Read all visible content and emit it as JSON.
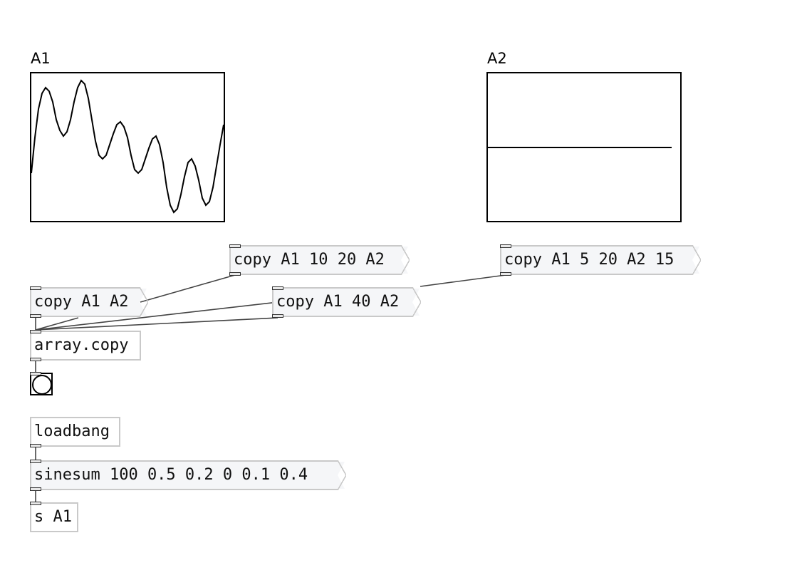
{
  "arrays": {
    "a1": {
      "label": "A1",
      "description": "sinesum waveform",
      "color": "#000000"
    },
    "a2": {
      "label": "A2",
      "color": "#000000"
    }
  },
  "objects": {
    "msg_copy_a1_10_20_a2": "copy A1 10 20 A2",
    "msg_copy_a1_5_20_a2_15": "copy A1 5 20 A2 15",
    "msg_copy_a1_a2": "copy A1 A2",
    "msg_copy_a1_40_a2": "copy A1 40 A2",
    "obj_array_copy": "array.copy",
    "obj_loadbang": "loadbang",
    "msg_sinesum": "sinesum 100 0.5 0.2 0 0.1 0.4",
    "obj_send_a1": "s A1"
  },
  "colors": {
    "box_border": "#c9c9c9",
    "message_fill": "#f5f6f8",
    "wire": "#444444",
    "ink": "#000000"
  }
}
